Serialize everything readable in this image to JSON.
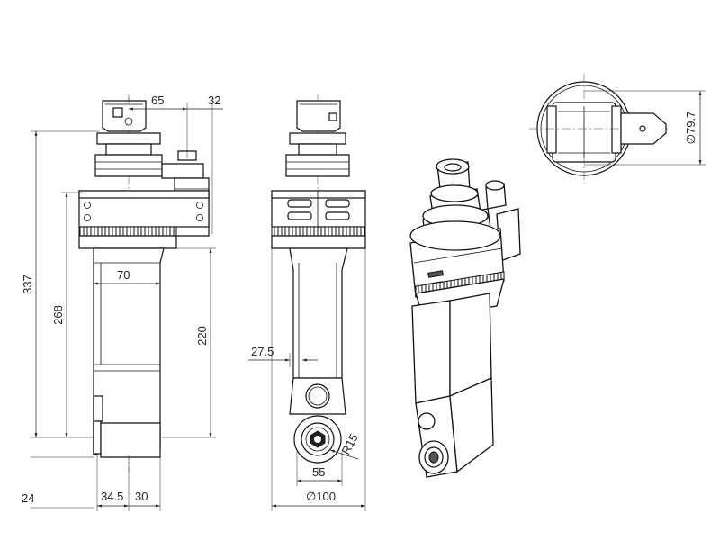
{
  "drawing": {
    "dimensions": {
      "d65": "65",
      "d32": "32",
      "d337": "337",
      "d268": "268",
      "d70": "70",
      "d220": "220",
      "d24": "24",
      "d34_5": "34.5",
      "d30": "30",
      "d27_5": "27.5",
      "d55": "55",
      "d100": "∅100",
      "dR15": "R15",
      "d79_7": "∅79.7"
    }
  }
}
